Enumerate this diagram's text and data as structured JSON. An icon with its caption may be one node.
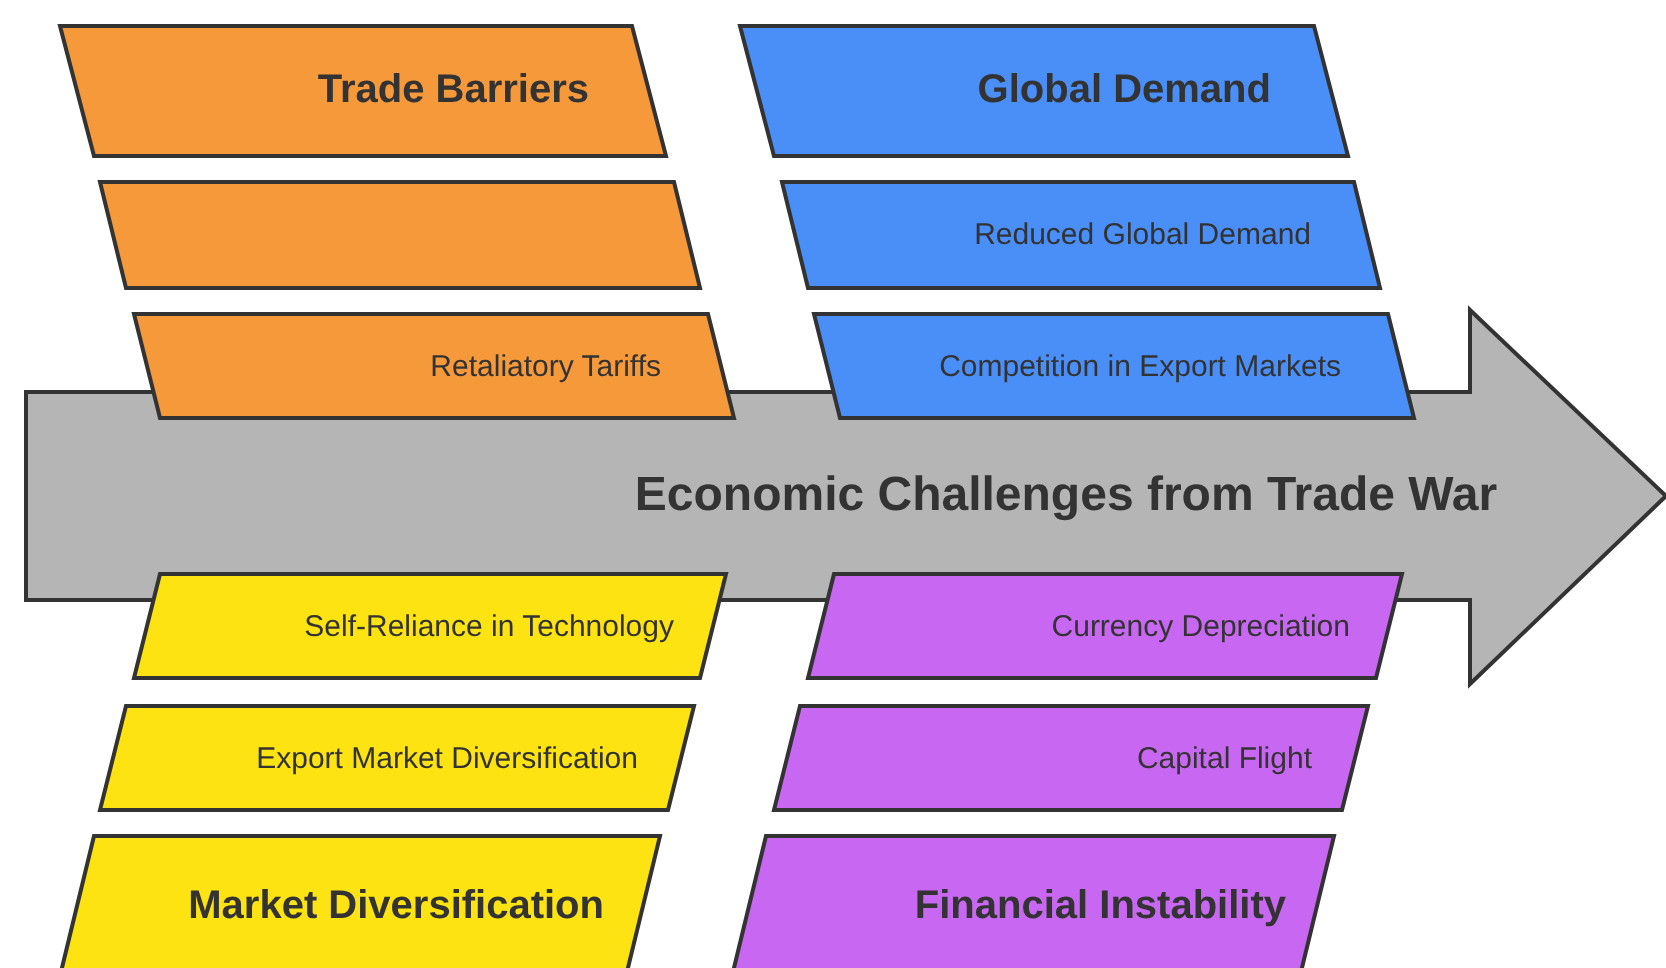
{
  "diagram": {
    "nodes": [
      {
        "text": [
          "Economic Challenges from Trade War"
        ]
      },
      {
        "text": [
          "Trade Barriers"
        ]
      },
      {
        "text": [
          "Global Demand"
        ]
      },
      {
        "text": [],
        "shape": "box"
      },
      {
        "text": [
          "Reduced Global Demand"
        ]
      },
      {
        "text": [
          "Retaliatory Tariffs"
        ]
      },
      {
        "text": [
          "Competition in Export Markets"
        ]
      },
      {
        "text": [
          "Self-Reliance in Technology"
        ]
      },
      {
        "text": [
          "Currency Depreciation"
        ]
      },
      {
        "text": [
          "Export Market Diversification"
        ]
      },
      {
        "text": [
          "Capital Flight"
        ]
      },
      {
        "text": [
          "Market Diversification"
        ]
      },
      {
        "text": [
          "Financial Instability"
        ]
      }
    ]
  }
}
